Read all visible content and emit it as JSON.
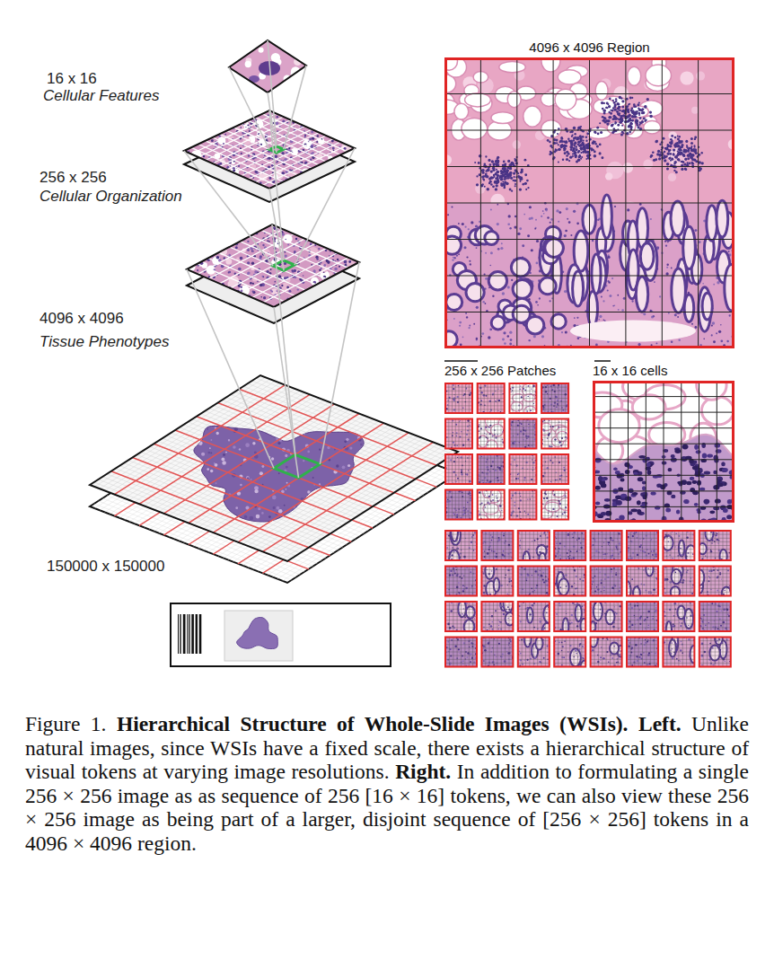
{
  "diagram": {
    "caption": "Figure 1. Hierarchical Structure of Whole-Slide Images (WSIs). Left. Unlike natural images, since WSIs have a fixed scale, there exists a hierarchical structure of visual tokens at varying image resolutions. Right. In addition to formulating a single 256 × 256 image as as sequence of 256 [16 × 16] tokens, we can also view these 256 × 256 image as being part of a larger, disjoint sequence of [256 × 256] tokens in a 4096 × 4096 region.",
    "nodes": [
      {
        "text": [
          "4096 x 4096 Region"
        ]
      },
      {
        "text": [
          "256 x 256 Patches"
        ]
      },
      {
        "text": [
          "16 x 16 cells"
        ]
      }
    ],
    "labels": [
      "16 x 16",
      "Cellular Features",
      "256 x 256",
      "Cellular Organization",
      "4096 x 4096",
      "Tissue Phenotypes",
      "150000 x 150000"
    ]
  }
}
